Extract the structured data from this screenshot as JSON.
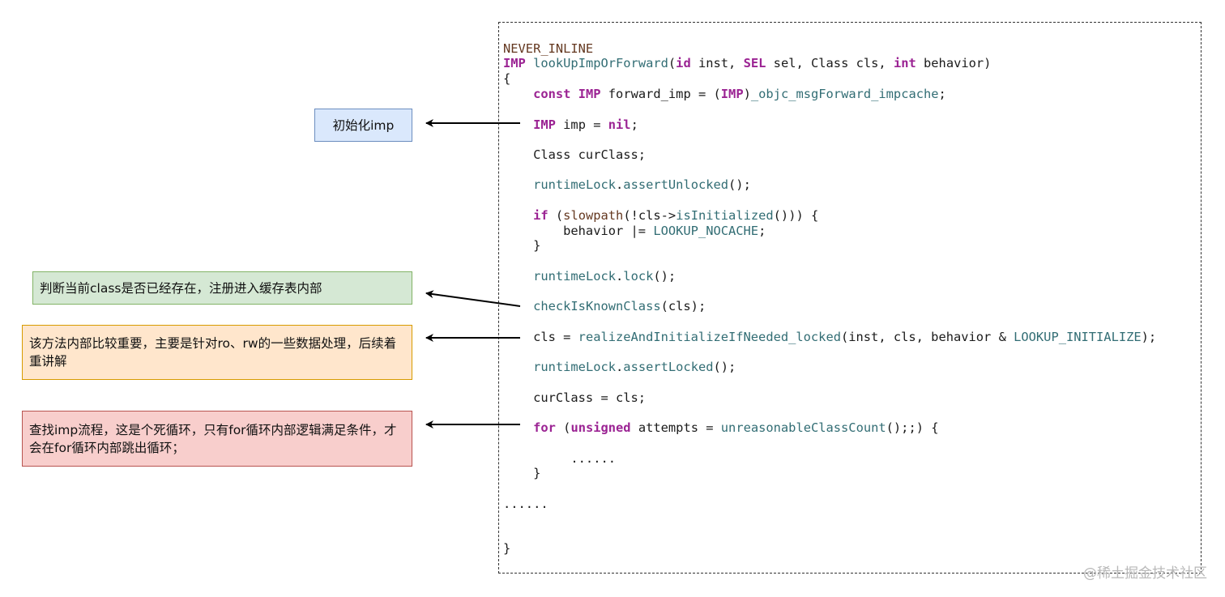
{
  "code_lines": [
    [
      {
        "t": "NEVER_INLINE",
        "c": "macro"
      }
    ],
    [
      {
        "t": "IMP",
        "c": "kw"
      },
      {
        "t": " ",
        "c": "plain"
      },
      {
        "t": "lookUpImpOrForward",
        "c": "fn"
      },
      {
        "t": "(",
        "c": "plain"
      },
      {
        "t": "id",
        "c": "kw"
      },
      {
        "t": " inst, ",
        "c": "plain"
      },
      {
        "t": "SEL",
        "c": "kw"
      },
      {
        "t": " sel, Class cls, ",
        "c": "plain"
      },
      {
        "t": "int",
        "c": "kw"
      },
      {
        "t": " behavior)",
        "c": "plain"
      }
    ],
    [
      {
        "t": "{",
        "c": "plain"
      }
    ],
    [
      {
        "t": "    ",
        "c": "plain"
      },
      {
        "t": "const",
        "c": "kw"
      },
      {
        "t": " ",
        "c": "plain"
      },
      {
        "t": "IMP",
        "c": "kw"
      },
      {
        "t": " forward_imp = (",
        "c": "plain"
      },
      {
        "t": "IMP",
        "c": "kw"
      },
      {
        "t": ")",
        "c": "plain"
      },
      {
        "t": "_objc_msgForward_impcache",
        "c": "fn"
      },
      {
        "t": ";",
        "c": "plain"
      }
    ],
    [
      {
        "t": "    ",
        "c": "plain"
      },
      {
        "t": "IMP",
        "c": "kw"
      },
      {
        "t": " imp = ",
        "c": "plain"
      },
      {
        "t": "nil",
        "c": "kw"
      },
      {
        "t": ";",
        "c": "plain"
      }
    ],
    [
      {
        "t": "    Class curClass;",
        "c": "plain"
      }
    ],
    [
      {
        "t": "    ",
        "c": "plain"
      },
      {
        "t": "runtimeLock",
        "c": "fn"
      },
      {
        "t": ".",
        "c": "plain"
      },
      {
        "t": "assertUnlocked",
        "c": "fn"
      },
      {
        "t": "();",
        "c": "plain"
      }
    ],
    [
      {
        "t": "    ",
        "c": "plain"
      },
      {
        "t": "if",
        "c": "kw"
      },
      {
        "t": " (",
        "c": "plain"
      },
      {
        "t": "slowpath",
        "c": "macro"
      },
      {
        "t": "(!cls->",
        "c": "plain"
      },
      {
        "t": "isInitialized",
        "c": "fn"
      },
      {
        "t": "())) {",
        "c": "plain"
      }
    ],
    [
      {
        "t": "        behavior |= ",
        "c": "plain"
      },
      {
        "t": "LOOKUP_NOCACHE",
        "c": "fn"
      },
      {
        "t": ";",
        "c": "plain"
      }
    ],
    [
      {
        "t": "    }",
        "c": "plain"
      }
    ],
    [
      {
        "t": "    ",
        "c": "plain"
      },
      {
        "t": "runtimeLock",
        "c": "fn"
      },
      {
        "t": ".",
        "c": "plain"
      },
      {
        "t": "lock",
        "c": "fn"
      },
      {
        "t": "();",
        "c": "plain"
      }
    ],
    [
      {
        "t": "    ",
        "c": "plain"
      },
      {
        "t": "checkIsKnownClass",
        "c": "fn"
      },
      {
        "t": "(cls);",
        "c": "plain"
      }
    ],
    [
      {
        "t": "    cls = ",
        "c": "plain"
      },
      {
        "t": "realizeAndInitializeIfNeeded_locked",
        "c": "fn"
      },
      {
        "t": "(inst, cls, behavior & ",
        "c": "plain"
      },
      {
        "t": "LOOKUP_INITIALIZE",
        "c": "fn"
      },
      {
        "t": ");",
        "c": "plain"
      }
    ],
    [
      {
        "t": "    ",
        "c": "plain"
      },
      {
        "t": "runtimeLock",
        "c": "fn"
      },
      {
        "t": ".",
        "c": "plain"
      },
      {
        "t": "assertLocked",
        "c": "fn"
      },
      {
        "t": "();",
        "c": "plain"
      }
    ],
    [
      {
        "t": "    curClass = cls;",
        "c": "plain"
      }
    ],
    [
      {
        "t": "    ",
        "c": "plain"
      },
      {
        "t": "for",
        "c": "kw"
      },
      {
        "t": " (",
        "c": "plain"
      },
      {
        "t": "unsigned",
        "c": "kw"
      },
      {
        "t": " attempts = ",
        "c": "plain"
      },
      {
        "t": "unreasonableClassCount",
        "c": "fn"
      },
      {
        "t": "();;) {",
        "c": "plain"
      }
    ],
    [
      {
        "t": "         ......",
        "c": "plain"
      }
    ],
    [
      {
        "t": "    }",
        "c": "plain"
      }
    ],
    [
      {
        "t": "......",
        "c": "plain"
      }
    ],
    [
      {
        "t": "}",
        "c": "plain"
      }
    ]
  ],
  "annotations": {
    "init_imp": "初始化imp",
    "check_known_class": "判断当前class是否已经存在，注册进入缓存表内部",
    "realize_initialize": "该方法内部比较重要，主要是针对ro、rw的一些数据处理，后续着重讲解",
    "lookup_loop": "查找imp流程，这是个死循环，只有for循环内部逻辑满足条件，才会在for循环内部跳出循环；"
  },
  "colors": {
    "keyword": "#9b2393",
    "function": "#326d74",
    "macro": "#643820",
    "note_blue": "#dae8fc",
    "note_green": "#d5e8d4",
    "note_orange": "#ffe6cc",
    "note_red": "#f8cecc"
  },
  "watermark": "@稀土掘金技术社区"
}
